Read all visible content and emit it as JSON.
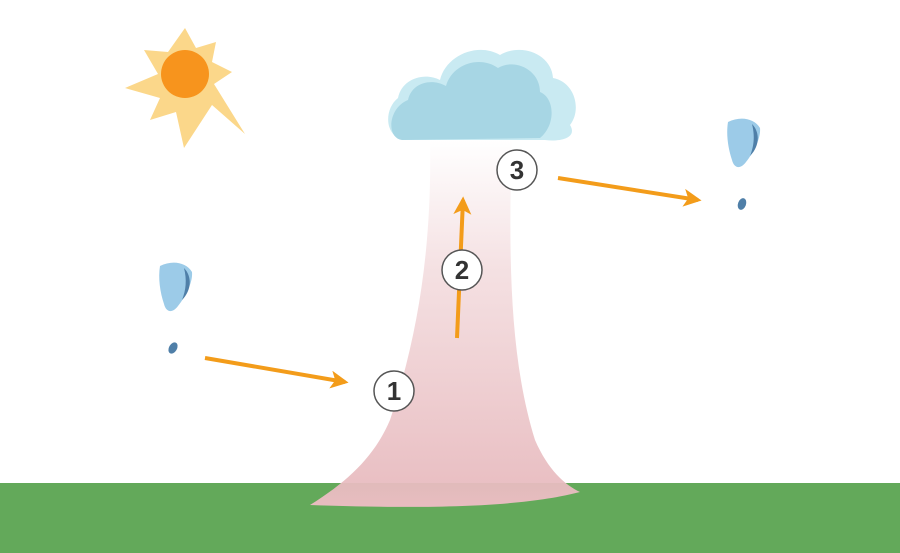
{
  "steps": [
    {
      "label": "1"
    },
    {
      "label": "2"
    },
    {
      "label": "3"
    }
  ],
  "icons": {
    "sun": "sun-icon",
    "cloud": "cloud-icon",
    "left_droplet": "water-droplet-icon",
    "right_droplet": "water-droplet-icon",
    "updraft": "updraft-column"
  },
  "colors": {
    "sky": "#ffffff",
    "ground": "#63a95a",
    "sun_core": "#f7941d",
    "sun_rays": "#fbd78a",
    "cloud_front": "#a7d6e4",
    "cloud_back": "#c9eaf2",
    "updraft": "#e8bcc0",
    "arrow": "#f39c1a",
    "droplet": "#9ccbe8",
    "droplet_dark": "#4f7fa8",
    "badge_stroke": "#555555",
    "badge_text": "#333333"
  }
}
